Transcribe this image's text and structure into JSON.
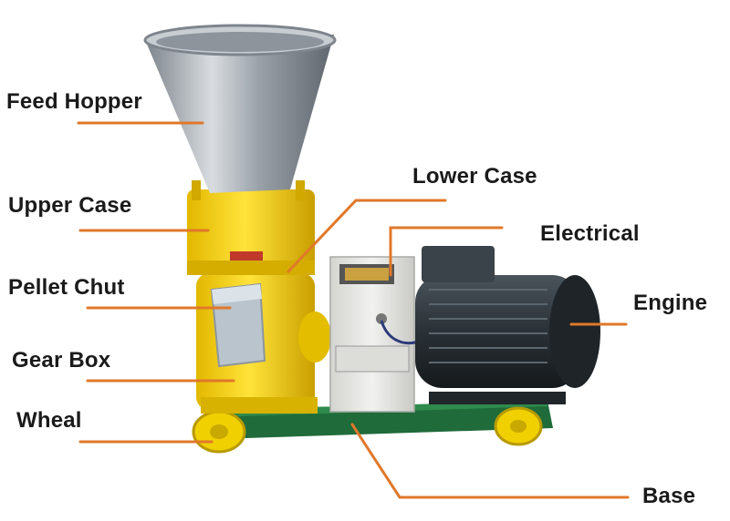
{
  "diagram": {
    "labels": {
      "feed_hopper": "Feed Hopper",
      "upper_case": "Upper Case",
      "pellet_chut": "Pellet Chut",
      "gear_box": "Gear Box",
      "wheal": "Wheal",
      "lower_case": "Lower Case",
      "electrical": "Electrical",
      "engine": "Engine",
      "base": "Base"
    },
    "leader_color": "#e0782a",
    "machine_colors": {
      "body_yellow": "#f2d200",
      "steel": "#a9aeb4",
      "motor": "#2a3136",
      "base_green": "#1f6b3a",
      "control_box": "#e6e6e4"
    }
  }
}
